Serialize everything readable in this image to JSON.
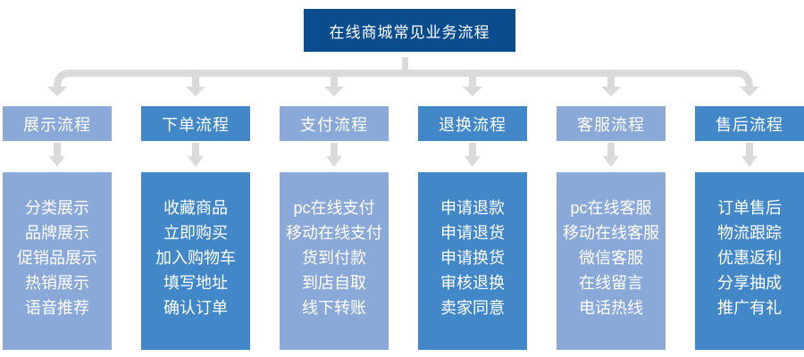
{
  "title": "在线商城常见业务流程",
  "colors": {
    "title_bg": "#0B4D8C",
    "light": "#8AA8D8",
    "medium": "#4287C8",
    "connector": "#DADADA",
    "text": "#FFFFFF"
  },
  "columns": [
    {
      "header": "展示流程",
      "tone": "light",
      "items": [
        "分类展示",
        "品牌展示",
        "促销品展示",
        "热销展示",
        "语音推荐"
      ]
    },
    {
      "header": "下单流程",
      "tone": "medium",
      "items": [
        "收藏商品",
        "立即购买",
        "加入购物车",
        "填写地址",
        "确认订单"
      ]
    },
    {
      "header": "支付流程",
      "tone": "light",
      "items": [
        "pc在线支付",
        "移动在线支付",
        "货到付款",
        "到店自取",
        "线下转账"
      ]
    },
    {
      "header": "退换流程",
      "tone": "medium",
      "items": [
        "申请退款",
        "申请退货",
        "申请换货",
        "审核退换",
        "卖家同意"
      ]
    },
    {
      "header": "客服流程",
      "tone": "light",
      "items": [
        "pc在线客服",
        "移动在线客服",
        "微信客服",
        "在线留言",
        "电话热线"
      ]
    },
    {
      "header": "售后流程",
      "tone": "medium",
      "items": [
        "订单售后",
        "物流跟踪",
        "优惠返利",
        "分享抽成",
        "推广有礼"
      ]
    }
  ]
}
